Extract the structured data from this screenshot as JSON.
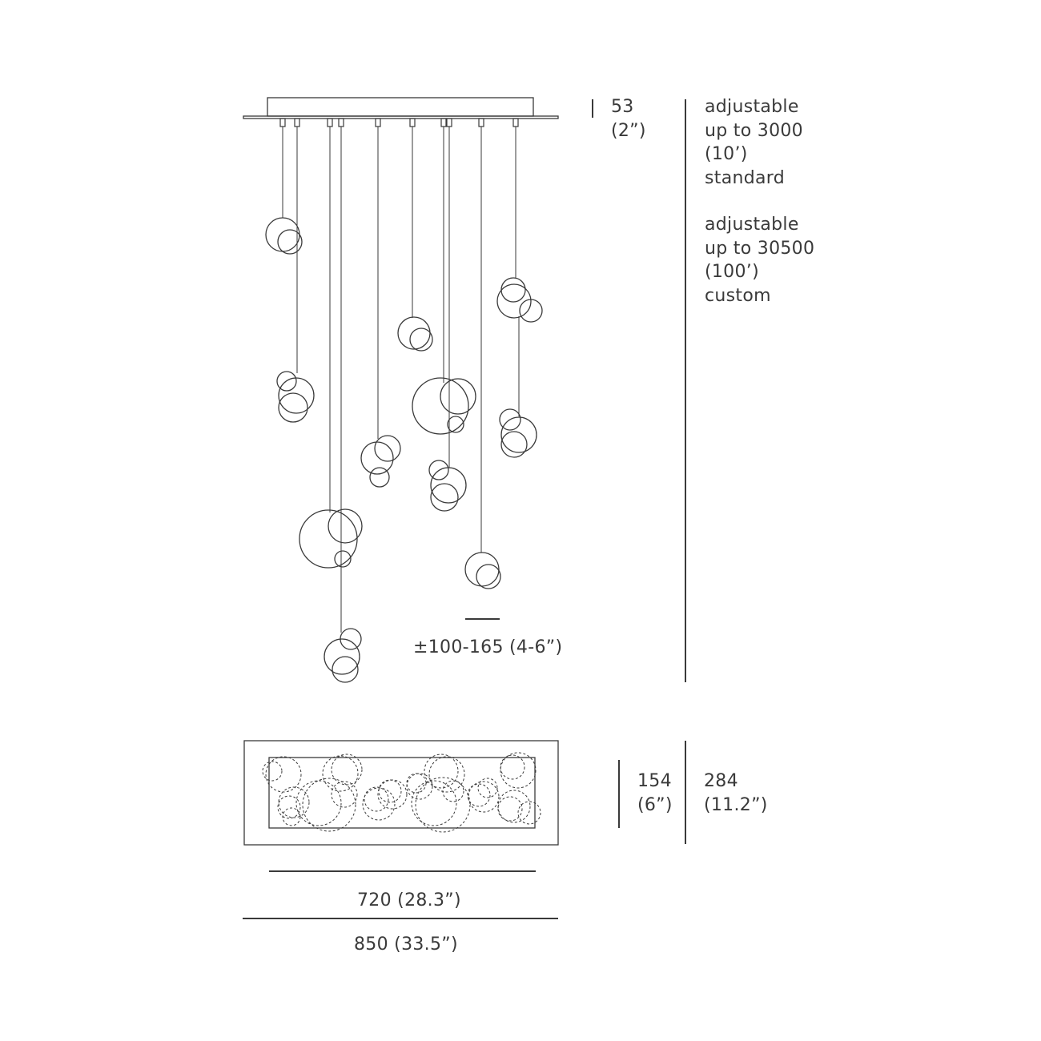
{
  "colors": {
    "line": "#3a3a3a",
    "background": "#ffffff"
  },
  "dimensions": {
    "canopy_height": {
      "mm": "53",
      "inch": "(2”)"
    },
    "drop_length": {
      "standard": [
        "adjustable",
        "up to 3000",
        "(10’)",
        "standard"
      ],
      "custom": [
        "adjustable",
        "up to 30500",
        "(100’)",
        "custom"
      ]
    },
    "pendant_spacing": "±100-165 (4-6”)",
    "inner_depth": {
      "mm": "154",
      "inch": "(6”)"
    },
    "outer_depth": {
      "mm": "284",
      "inch": "(11.2”)"
    },
    "inner_width": "720 (28.3”)",
    "outer_width": "850 (33.5”)"
  }
}
